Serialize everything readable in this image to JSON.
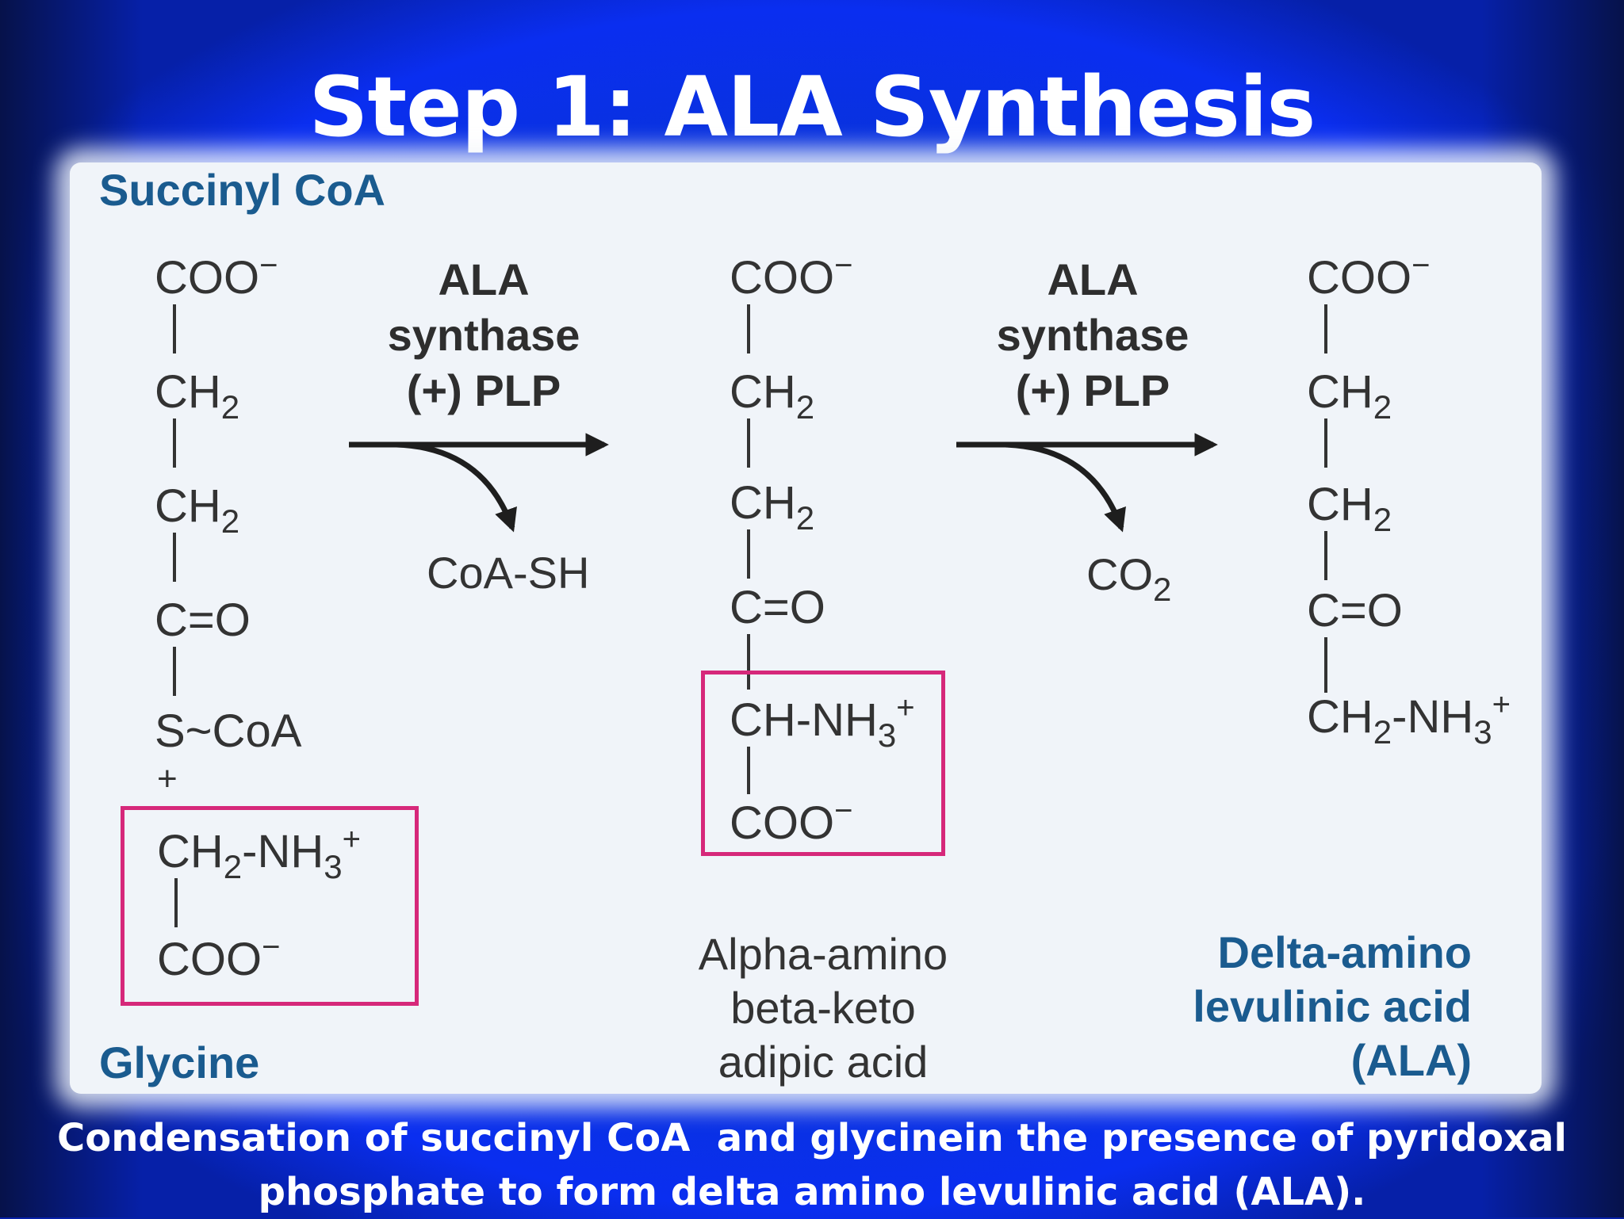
{
  "slide": {
    "title": "Step 1: ALA Synthesis",
    "caption_line1": "Condensation of succinyl CoA  and glycinein the presence of pyridoxal",
    "caption_line2": "phosphate to form delta amino levulinic acid (ALA)."
  },
  "diagram": {
    "substrate1_label": "Succinyl CoA",
    "substrate2_label": "Glycine",
    "plus_sign": "+",
    "intermediate_label": [
      "Alpha-amino",
      "beta-keto",
      "adipic acid"
    ],
    "product_label": [
      "Delta-amino",
      "levulinic acid",
      "(ALA)"
    ],
    "step1": {
      "enzyme": [
        "ALA",
        "synthase",
        "(+) PLP"
      ],
      "byproduct": "CoA-SH"
    },
    "step2": {
      "enzyme": [
        "ALA",
        "synthase",
        "(+) PLP"
      ],
      "byproduct_base": "CO",
      "byproduct_sub": "2"
    },
    "atoms": {
      "coo": "COO",
      "coo_charge": "−",
      "ch": "CH",
      "sub2": "2",
      "sub3": "3",
      "plus": "+",
      "carbonyl": "C=O",
      "thioester": "S~CoA",
      "ch_amine": "CH-NH",
      "amine_dash": "-NH"
    }
  },
  "colors": {
    "highlight_box": "#d6287a",
    "label_blue": "#1a5b8f",
    "arrow": "#1e1e1e"
  }
}
